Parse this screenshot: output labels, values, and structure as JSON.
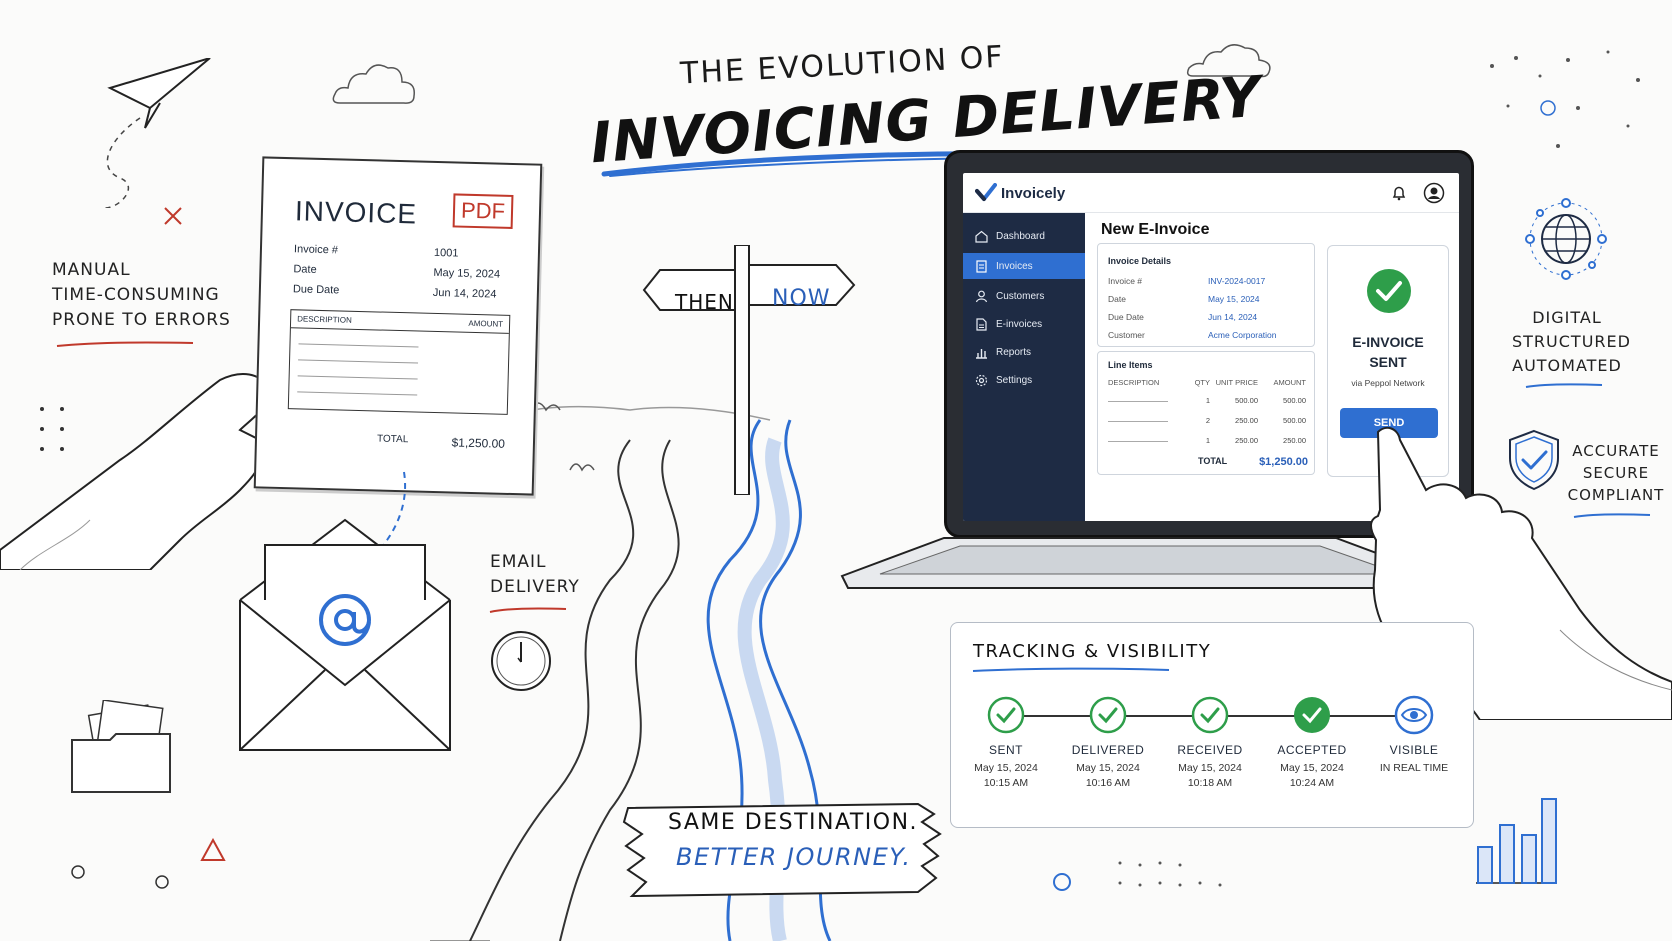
{
  "title": {
    "top": "THE EVOLUTION OF",
    "main": "INVOICING DELIVERY"
  },
  "paper_invoice": {
    "title": "INVOICE",
    "badge": "PDF",
    "fields": [
      {
        "label": "Invoice #",
        "value": "1001"
      },
      {
        "label": "Date",
        "value": "May 15, 2024"
      },
      {
        "label": "Due Date",
        "value": "Jun 14, 2024"
      }
    ],
    "table_head": {
      "description": "DESCRIPTION",
      "amount": "AMOUNT"
    },
    "total_label": "TOTAL",
    "total_value": "$1,250.00",
    "icon": "pdf-document-icon"
  },
  "manual_label": [
    "MANUAL",
    "TIME-CONSUMING",
    "PRONE TO ERRORS"
  ],
  "email_label": [
    "EMAIL",
    "DELIVERY"
  ],
  "email_icon": "at-sign-icon",
  "signpost": {
    "left": "THEN",
    "right": "NOW"
  },
  "banner": {
    "line1": "SAME DESTINATION.",
    "line2": "BETTER JOURNEY."
  },
  "app": {
    "name": "Invoicely",
    "logo_icon": "checkmark-logo-icon",
    "nav": [
      {
        "label": "Dashboard",
        "icon": "home-icon",
        "active": false
      },
      {
        "label": "Invoices",
        "icon": "document-icon",
        "active": true
      },
      {
        "label": "Customers",
        "icon": "user-icon",
        "active": false
      },
      {
        "label": "E-invoices",
        "icon": "file-icon",
        "active": false
      },
      {
        "label": "Reports",
        "icon": "chart-icon",
        "active": false
      },
      {
        "label": "Settings",
        "icon": "gear-icon",
        "active": false
      }
    ],
    "page_title": "New E-Invoice",
    "details": {
      "heading": "Invoice Details",
      "rows": [
        {
          "label": "Invoice #",
          "value": "INV-2024-0017"
        },
        {
          "label": "Date",
          "value": "May 15, 2024"
        },
        {
          "label": "Due Date",
          "value": "Jun 14, 2024"
        },
        {
          "label": "Customer",
          "value": "Acme Corporation"
        }
      ]
    },
    "line_items": {
      "heading": "Line Items",
      "columns": [
        "DESCRIPTION",
        "QTY",
        "UNIT PRICE",
        "AMOUNT"
      ],
      "rows": [
        {
          "qty": "1",
          "unit_price": "500.00",
          "amount": "500.00"
        },
        {
          "qty": "2",
          "unit_price": "250.00",
          "amount": "500.00"
        },
        {
          "qty": "1",
          "unit_price": "250.00",
          "amount": "250.00"
        }
      ],
      "total_label": "TOTAL",
      "total_value": "$1,250.00"
    },
    "sent_card": {
      "title_line1": "E-INVOICE",
      "title_line2": "SENT",
      "subtitle": "via Peppol Network",
      "button": "SEND"
    }
  },
  "right_labels": {
    "digital": [
      "DIGITAL",
      "STRUCTURED",
      "AUTOMATED"
    ],
    "accurate": [
      "ACCURATE",
      "SECURE",
      "COMPLIANT"
    ],
    "globe_icon": "globe-network-icon",
    "shield_icon": "shield-check-icon"
  },
  "tracking": {
    "title": "TRACKING & VISIBILITY",
    "steps": [
      {
        "label": "SENT",
        "date": "May 15, 2024",
        "time": "10:15 AM",
        "icon": "check-circle-icon"
      },
      {
        "label": "DELIVERED",
        "date": "May 15, 2024",
        "time": "10:16 AM",
        "icon": "check-circle-icon"
      },
      {
        "label": "RECEIVED",
        "date": "May 15, 2024",
        "time": "10:18 AM",
        "icon": "check-circle-icon"
      },
      {
        "label": "ACCEPTED",
        "date": "May 15, 2024",
        "time": "10:24 AM",
        "icon": "check-circle-filled-icon"
      },
      {
        "label": "VISIBLE",
        "date": "IN REAL TIME",
        "time": "",
        "icon": "eye-icon"
      }
    ]
  },
  "colors": {
    "accent_blue": "#2f6fd1",
    "success_green": "#2e9e4a",
    "sidebar_navy": "#1e2b44",
    "error_red": "#c0392b"
  }
}
